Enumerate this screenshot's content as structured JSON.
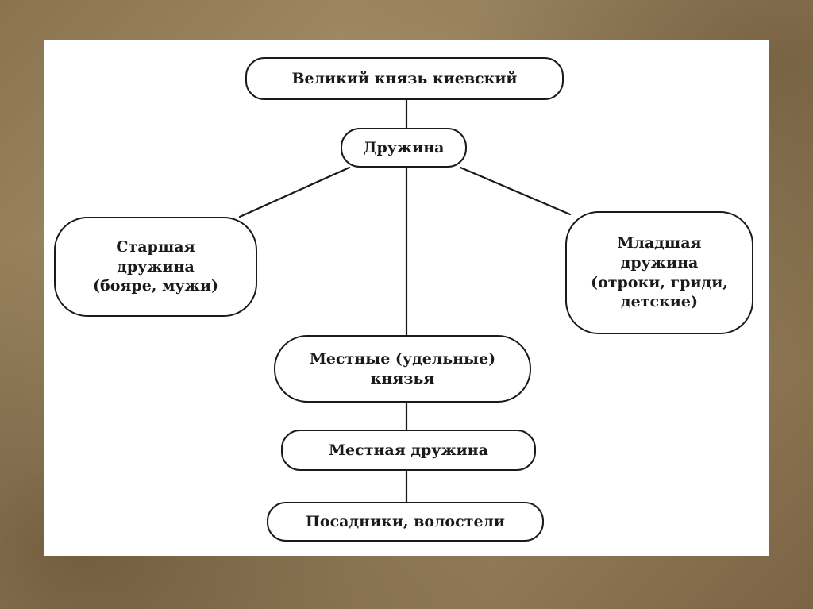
{
  "diagram": {
    "nodes": {
      "grand_prince": "Великий князь киевский",
      "druzhina": "Дружина",
      "senior_druzhina": "Старшая\nдружина\n(бояре, мужи)",
      "junior_druzhina": "Младшая\nдружина\n(отроки, гриди,\nдетские)",
      "local_princes": "Местные (удельные)\nкнязья",
      "local_druzhina": "Местная дружина",
      "posadniki": "Посадники, волостели"
    }
  }
}
